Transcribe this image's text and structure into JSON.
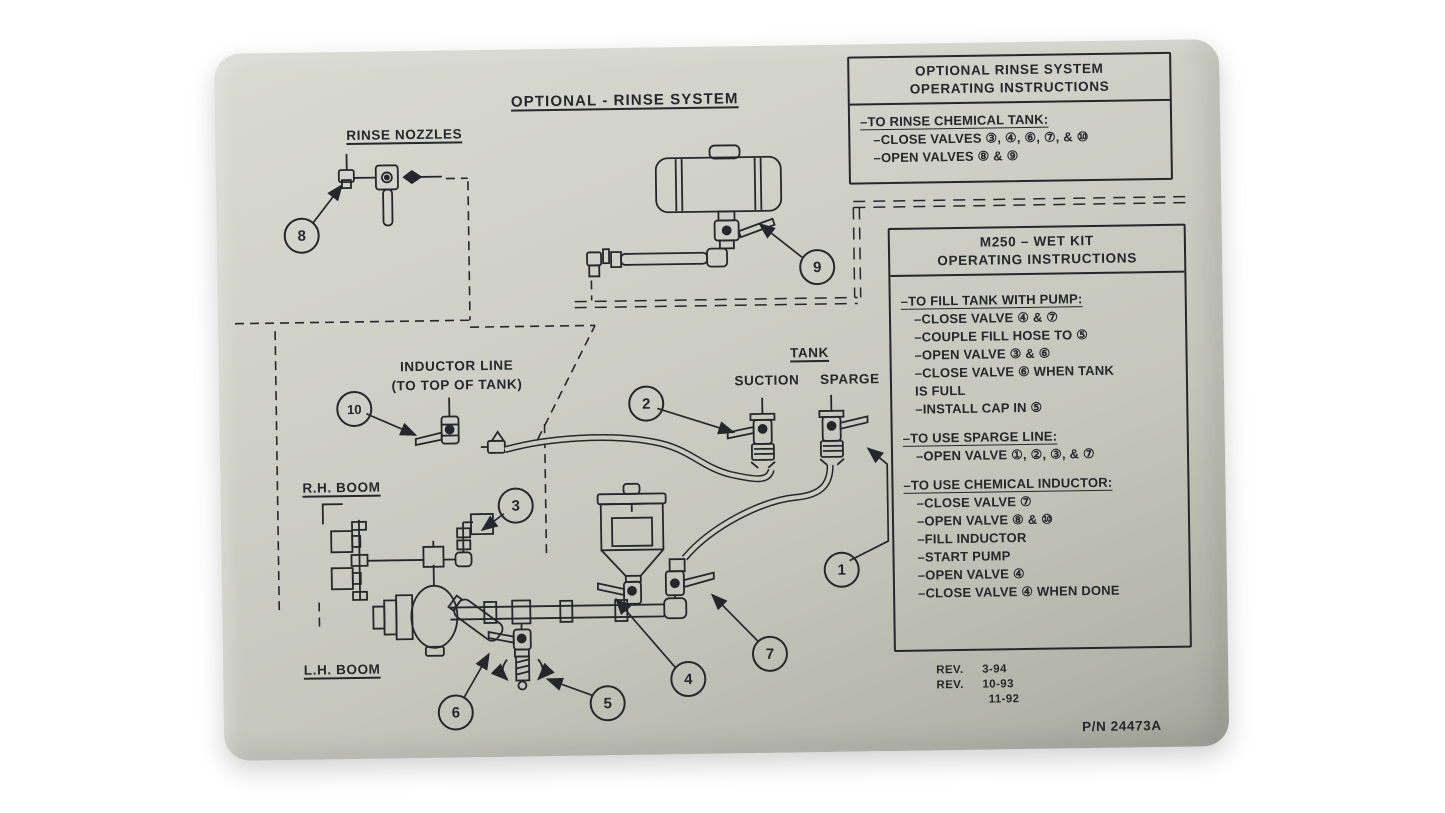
{
  "decal": {
    "main_title": "OPTIONAL - RINSE SYSTEM",
    "part_number": "P/N 24473A"
  },
  "rinse_box": {
    "title_line1": "OPTIONAL RINSE SYSTEM",
    "title_line2": "OPERATING INSTRUCTIONS",
    "header": "–TO RINSE CHEMICAL TANK:",
    "item1": "–CLOSE VALVES ③, ④, ⑥, ⑦, & ⑩",
    "item2": "–OPEN VALVES ⑧ & ⑨"
  },
  "wet_kit_box": {
    "title_line1": "M250 – WET KIT",
    "title_line2": "OPERATING INSTRUCTIONS",
    "fill_header": "–TO FILL TANK WITH PUMP:",
    "fill_item1": "–CLOSE VALVE ④ & ⑦",
    "fill_item2": "–COUPLE FILL HOSE TO ⑤",
    "fill_item3": "–OPEN VALVE ③ & ⑥",
    "fill_item4": "–CLOSE VALVE ⑥ WHEN TANK",
    "fill_item4_cont": "IS FULL",
    "fill_item5": "–INSTALL CAP IN ⑤",
    "sparge_header": "–TO USE SPARGE LINE:",
    "sparge_item1": "–OPEN VALVE ①, ②, ③, & ⑦",
    "inductor_header": "–TO USE CHEMICAL INDUCTOR:",
    "inductor_item1": "–CLOSE VALVE ⑦",
    "inductor_item2": "–OPEN VALVE ⑧ & ⑩",
    "inductor_item3": "–FILL INDUCTOR",
    "inductor_item4": "–START PUMP",
    "inductor_item5": "–OPEN VALVE ④",
    "inductor_item6": "–CLOSE VALVE ④ WHEN DONE"
  },
  "labels": {
    "rinse_nozzles": "RINSE NOZZLES",
    "inductor_line_1": "INDUCTOR LINE",
    "inductor_line_2": "(TO TOP OF TANK)",
    "tank": "TANK",
    "suction": "SUCTION",
    "sparge": "SPARGE",
    "rh_boom": "R.H. BOOM",
    "lh_boom": "L.H. BOOM"
  },
  "callouts": {
    "c1": "1",
    "c2": "2",
    "c3": "3",
    "c4": "4",
    "c5": "5",
    "c6": "6",
    "c7": "7",
    "c8": "8",
    "c9": "9",
    "c10": "10"
  },
  "revisions": {
    "r1_label": "REV.",
    "r1_date": "3-94",
    "r2_label": "REV.",
    "r2_date": "10-93",
    "r3_label": "",
    "r3_date": "11-92"
  },
  "colors": {
    "ink": "#26272c",
    "decal": "#cbccc2"
  }
}
